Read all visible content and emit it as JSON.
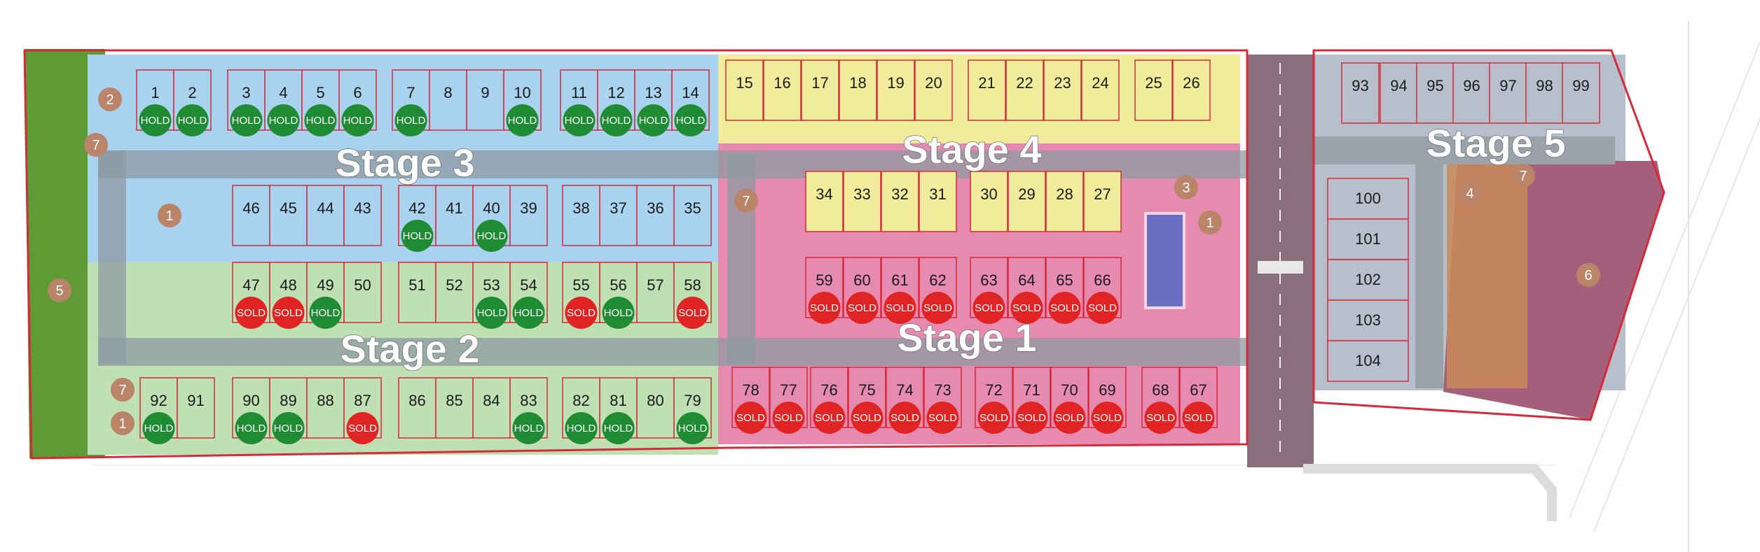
{
  "stages": [
    {
      "label": "Stage 1",
      "color": "#e68ab0"
    },
    {
      "label": "Stage 2",
      "color": "#bfe0b3"
    },
    {
      "label": "Stage 3",
      "color": "#a9d2ee"
    },
    {
      "label": "Stage 4",
      "color": "#f0ec9b"
    },
    {
      "label": "Stage 5",
      "color": "#b7bfcc"
    }
  ],
  "status_labels": {
    "hold": "HOLD",
    "sold": "SOLD"
  },
  "colors": {
    "hold": "#1f8c33",
    "sold": "#e02424",
    "marker": "#b98468",
    "boundary": "#d42a3a",
    "park": "#5f9b35"
  },
  "lots": [
    {
      "n": "1",
      "stage": 3,
      "status": "hold"
    },
    {
      "n": "2",
      "stage": 3,
      "status": "hold"
    },
    {
      "n": "3",
      "stage": 3,
      "status": "hold"
    },
    {
      "n": "4",
      "stage": 3,
      "status": "hold"
    },
    {
      "n": "5",
      "stage": 3,
      "status": "hold"
    },
    {
      "n": "6",
      "stage": 3,
      "status": "hold"
    },
    {
      "n": "7",
      "stage": 3,
      "status": "hold"
    },
    {
      "n": "8",
      "stage": 3,
      "status": ""
    },
    {
      "n": "9",
      "stage": 3,
      "status": ""
    },
    {
      "n": "10",
      "stage": 3,
      "status": "hold"
    },
    {
      "n": "11",
      "stage": 3,
      "status": "hold"
    },
    {
      "n": "12",
      "stage": 3,
      "status": "hold"
    },
    {
      "n": "13",
      "stage": 3,
      "status": "hold"
    },
    {
      "n": "14",
      "stage": 3,
      "status": "hold"
    },
    {
      "n": "15",
      "stage": 4,
      "status": ""
    },
    {
      "n": "16",
      "stage": 4,
      "status": ""
    },
    {
      "n": "17",
      "stage": 4,
      "status": ""
    },
    {
      "n": "18",
      "stage": 4,
      "status": ""
    },
    {
      "n": "19",
      "stage": 4,
      "status": ""
    },
    {
      "n": "20",
      "stage": 4,
      "status": ""
    },
    {
      "n": "21",
      "stage": 4,
      "status": ""
    },
    {
      "n": "22",
      "stage": 4,
      "status": ""
    },
    {
      "n": "23",
      "stage": 4,
      "status": ""
    },
    {
      "n": "24",
      "stage": 4,
      "status": ""
    },
    {
      "n": "25",
      "stage": 4,
      "status": ""
    },
    {
      "n": "26",
      "stage": 4,
      "status": ""
    },
    {
      "n": "46",
      "stage": 3,
      "status": ""
    },
    {
      "n": "45",
      "stage": 3,
      "status": ""
    },
    {
      "n": "44",
      "stage": 3,
      "status": ""
    },
    {
      "n": "43",
      "stage": 3,
      "status": ""
    },
    {
      "n": "42",
      "stage": 3,
      "status": "hold"
    },
    {
      "n": "41",
      "stage": 3,
      "status": ""
    },
    {
      "n": "40",
      "stage": 3,
      "status": "hold"
    },
    {
      "n": "39",
      "stage": 3,
      "status": ""
    },
    {
      "n": "38",
      "stage": 3,
      "status": ""
    },
    {
      "n": "37",
      "stage": 3,
      "status": ""
    },
    {
      "n": "36",
      "stage": 3,
      "status": ""
    },
    {
      "n": "35",
      "stage": 3,
      "status": ""
    },
    {
      "n": "34",
      "stage": 4,
      "status": ""
    },
    {
      "n": "33",
      "stage": 4,
      "status": ""
    },
    {
      "n": "32",
      "stage": 4,
      "status": ""
    },
    {
      "n": "31",
      "stage": 4,
      "status": ""
    },
    {
      "n": "30",
      "stage": 4,
      "status": ""
    },
    {
      "n": "29",
      "stage": 4,
      "status": ""
    },
    {
      "n": "28",
      "stage": 4,
      "status": ""
    },
    {
      "n": "27",
      "stage": 4,
      "status": ""
    },
    {
      "n": "47",
      "stage": 2,
      "status": "sold"
    },
    {
      "n": "48",
      "stage": 2,
      "status": "sold"
    },
    {
      "n": "49",
      "stage": 2,
      "status": "hold"
    },
    {
      "n": "50",
      "stage": 2,
      "status": ""
    },
    {
      "n": "51",
      "stage": 2,
      "status": ""
    },
    {
      "n": "52",
      "stage": 2,
      "status": ""
    },
    {
      "n": "53",
      "stage": 2,
      "status": "hold"
    },
    {
      "n": "54",
      "stage": 2,
      "status": "hold"
    },
    {
      "n": "55",
      "stage": 2,
      "status": "sold"
    },
    {
      "n": "56",
      "stage": 2,
      "status": "hold"
    },
    {
      "n": "57",
      "stage": 2,
      "status": ""
    },
    {
      "n": "58",
      "stage": 2,
      "status": "sold"
    },
    {
      "n": "59",
      "stage": 1,
      "status": "sold"
    },
    {
      "n": "60",
      "stage": 1,
      "status": "sold"
    },
    {
      "n": "61",
      "stage": 1,
      "status": "sold"
    },
    {
      "n": "62",
      "stage": 1,
      "status": "sold"
    },
    {
      "n": "63",
      "stage": 1,
      "status": "sold"
    },
    {
      "n": "64",
      "stage": 1,
      "status": "sold"
    },
    {
      "n": "65",
      "stage": 1,
      "status": "sold"
    },
    {
      "n": "66",
      "stage": 1,
      "status": "sold"
    },
    {
      "n": "92",
      "stage": 2,
      "status": "hold"
    },
    {
      "n": "91",
      "stage": 2,
      "status": ""
    },
    {
      "n": "90",
      "stage": 2,
      "status": "hold"
    },
    {
      "n": "89",
      "stage": 2,
      "status": "hold"
    },
    {
      "n": "88",
      "stage": 2,
      "status": ""
    },
    {
      "n": "87",
      "stage": 2,
      "status": "sold"
    },
    {
      "n": "86",
      "stage": 2,
      "status": ""
    },
    {
      "n": "85",
      "stage": 2,
      "status": ""
    },
    {
      "n": "84",
      "stage": 2,
      "status": ""
    },
    {
      "n": "83",
      "stage": 2,
      "status": "hold"
    },
    {
      "n": "82",
      "stage": 2,
      "status": "hold"
    },
    {
      "n": "81",
      "stage": 2,
      "status": "hold"
    },
    {
      "n": "80",
      "stage": 2,
      "status": ""
    },
    {
      "n": "79",
      "stage": 2,
      "status": "hold"
    },
    {
      "n": "78",
      "stage": 1,
      "status": "sold"
    },
    {
      "n": "77",
      "stage": 1,
      "status": "sold"
    },
    {
      "n": "76",
      "stage": 1,
      "status": "sold"
    },
    {
      "n": "75",
      "stage": 1,
      "status": "sold"
    },
    {
      "n": "74",
      "stage": 1,
      "status": "sold"
    },
    {
      "n": "73",
      "stage": 1,
      "status": "sold"
    },
    {
      "n": "72",
      "stage": 1,
      "status": "sold"
    },
    {
      "n": "71",
      "stage": 1,
      "status": "sold"
    },
    {
      "n": "70",
      "stage": 1,
      "status": "sold"
    },
    {
      "n": "69",
      "stage": 1,
      "status": "sold"
    },
    {
      "n": "68",
      "stage": 1,
      "status": "sold"
    },
    {
      "n": "67",
      "stage": 1,
      "status": "sold"
    },
    {
      "n": "93",
      "stage": 5,
      "status": ""
    },
    {
      "n": "94",
      "stage": 5,
      "status": ""
    },
    {
      "n": "95",
      "stage": 5,
      "status": ""
    },
    {
      "n": "96",
      "stage": 5,
      "status": ""
    },
    {
      "n": "97",
      "stage": 5,
      "status": ""
    },
    {
      "n": "98",
      "stage": 5,
      "status": ""
    },
    {
      "n": "99",
      "stage": 5,
      "status": ""
    },
    {
      "n": "100",
      "stage": 5,
      "status": ""
    },
    {
      "n": "101",
      "stage": 5,
      "status": ""
    },
    {
      "n": "102",
      "stage": 5,
      "status": ""
    },
    {
      "n": "103",
      "stage": 5,
      "status": ""
    },
    {
      "n": "104",
      "stage": 5,
      "status": ""
    }
  ],
  "amenity_markers": [
    "2",
    "7",
    "1",
    "5",
    "7",
    "1",
    "7",
    "3",
    "1",
    "4",
    "7",
    "6"
  ]
}
